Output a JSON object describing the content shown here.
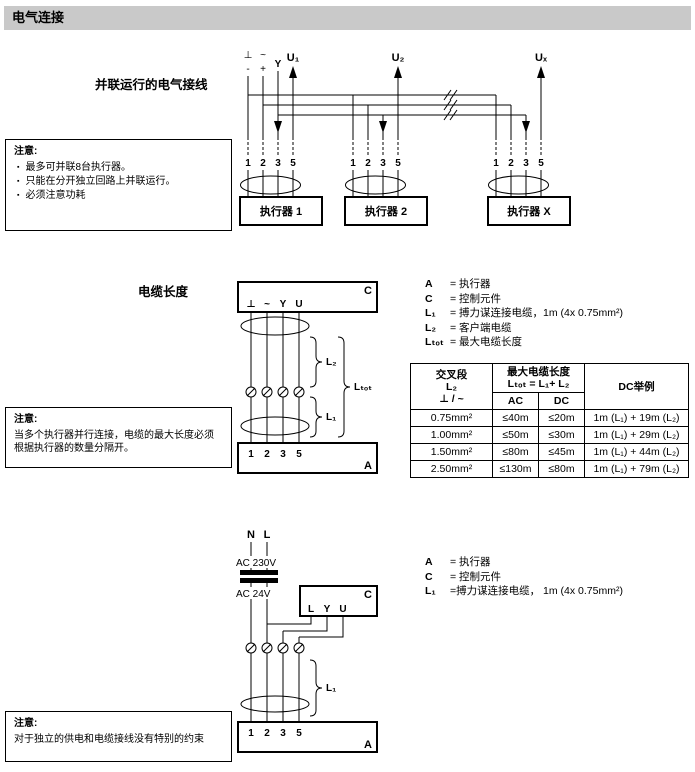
{
  "page": {
    "header": "电气连接",
    "header_bg": "#c9c9c9"
  },
  "s1": {
    "title": "并联运行的电气接线",
    "labels": {
      "gnd": "⊥",
      "minus": "-",
      "ac": "~",
      "plus": "+",
      "y": "Y",
      "u1": "U₁",
      "u2": "U₂",
      "ux": "Uₓ"
    },
    "terminals": [
      "1",
      "2",
      "3",
      "5"
    ],
    "actuators": [
      "执行器 1",
      "执行器 2",
      "执行器 X"
    ],
    "note": {
      "title": "注意:",
      "bullet": "▪",
      "items": [
        "最多可并联8台执行器。",
        "只能在分开独立回路上并联运行。",
        "必须注意功耗"
      ]
    }
  },
  "s2": {
    "title": "电缆长度",
    "controller": {
      "label": "C",
      "terminals": [
        "⊥",
        "~",
        "Y",
        "U"
      ]
    },
    "actuator": {
      "label": "A",
      "terminals": [
        "1",
        "2",
        "3",
        "5"
      ]
    },
    "lengths": {
      "l2": "L₂",
      "ltot": "Lₜₒₜ",
      "l1": "L₁"
    },
    "legend": [
      {
        "key": "A",
        "value": "= 执行器"
      },
      {
        "key": "C",
        "value": "= 控制元件"
      },
      {
        "key": "L₁",
        "value": "= 搏力谋连接电缆，1m (4x 0.75mm²)"
      },
      {
        "key": "L₂",
        "value": "= 客户端电缆"
      },
      {
        "key": "Lₜₒₜ",
        "value": "= 最大电缆长度"
      }
    ],
    "table": {
      "h_cross": "交叉段\nL₂\n⊥ / ~",
      "h_max": "最大电缆长度\nLₜₒₜ = L₁+ L₂",
      "h_ac": "AC",
      "h_dc": "DC",
      "h_example": "DC举例",
      "rows": [
        [
          "0.75mm²",
          "≤40m",
          "≤20m",
          "1m (L₁) + 19m (L₂)"
        ],
        [
          "1.00mm²",
          "≤50m",
          "≤30m",
          "1m (L₁) + 29m (L₂)"
        ],
        [
          "1.50mm²",
          "≤80m",
          "≤45m",
          "1m (L₁) + 44m (L₂)"
        ],
        [
          "2.50mm²",
          "≤130m",
          "≤80m",
          "1m (L₁) + 79m (L₂)"
        ]
      ]
    },
    "note": {
      "title": "注意:",
      "text": "当多个执行器并行连接，电缆的最大长度必须根据执行器的数量分隔开。"
    }
  },
  "s3": {
    "power": {
      "n": "N",
      "l": "L",
      "ac230": "AC 230V",
      "ac24": "AC 24V"
    },
    "controller": {
      "label": "C",
      "terminals": [
        "L",
        "Y",
        "U"
      ]
    },
    "actuator": {
      "label": "A",
      "terminals": [
        "1",
        "2",
        "3",
        "5"
      ]
    },
    "l1": "L₁",
    "legend": [
      {
        "key": "A",
        "value": "= 执行器"
      },
      {
        "key": "C",
        "value": "= 控制元件"
      },
      {
        "key": "L₁",
        "value": "=搏力谋连接电缆， 1m (4x 0.75mm²)"
      }
    ],
    "note": {
      "title": "注意:",
      "text": "对于独立的供电和电缆接线没有特别的约束"
    }
  }
}
